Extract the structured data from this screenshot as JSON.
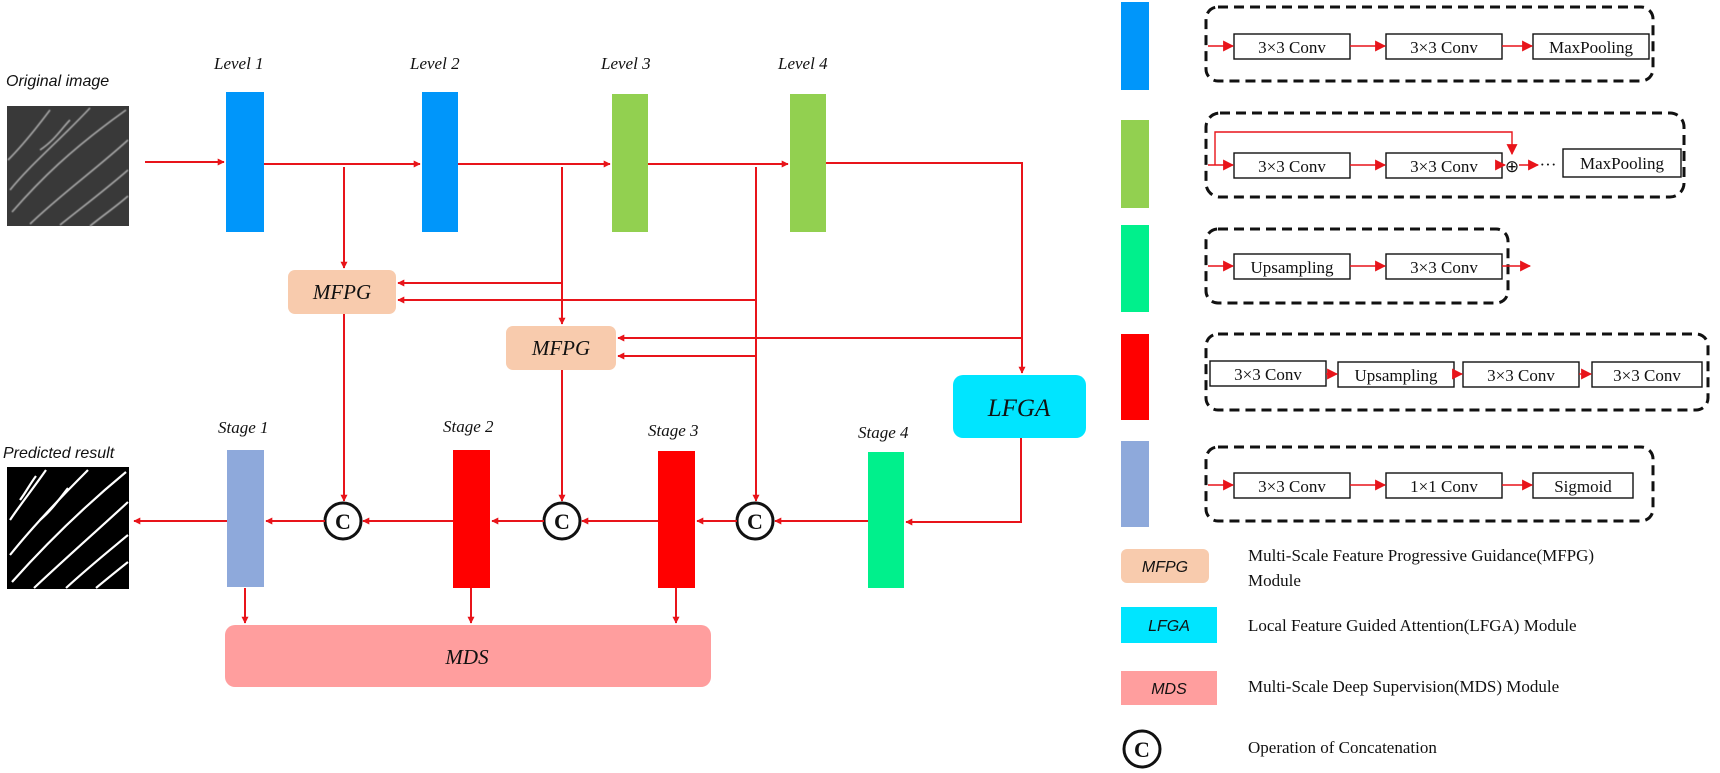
{
  "labels": {
    "original_image": "Original image",
    "predicted_result": "Predicted result",
    "level_1": "Level 1",
    "level_2": "Level 2",
    "level_3": "Level 3",
    "level_4": "Level 4",
    "stage_1": "Stage 1",
    "stage_2": "Stage 2",
    "stage_3": "Stage 3",
    "stage_4": "Stage 4",
    "mfpg": "MFPG",
    "lfga": "LFGA",
    "mds": "MDS",
    "concat": "C"
  },
  "colors": {
    "encoder_blue": "#0096fa",
    "encoder_green": "#92d050",
    "decoder_teal": "#00f08c",
    "decoder_red": "#ff0000",
    "output_lavender": "#8ea9db",
    "mfpg": "#f8cbad",
    "lfga": "#00e5ff",
    "mds": "#ff9e9e",
    "arrow": "#e8141a"
  },
  "blocks": {
    "blue": {
      "b1": "3×3 Conv",
      "b2": "3×3 Conv",
      "b3": "MaxPooling"
    },
    "green": {
      "b1": "3×3 Conv",
      "b2": "3×3 Conv",
      "plus": "⊕",
      "dots": "···",
      "b3": "MaxPooling"
    },
    "teal": {
      "b1": "Upsampling",
      "b2": "3×3 Conv"
    },
    "red": {
      "b1": "3×3 Conv",
      "b2": "Upsampling",
      "b3": "3×3 Conv",
      "b4": "3×3 Conv"
    },
    "lavender": {
      "b1": "3×3 Conv",
      "b2": "1×1 Conv",
      "b3": "Sigmoid"
    }
  },
  "legend": {
    "mfpg_line1": "Multi-Scale Feature Progressive Guidance(MFPG)",
    "mfpg_line2": "Module",
    "lfga": "Local Feature Guided Attention(LFGA) Module",
    "mds": "Multi-Scale Deep Supervision(MDS) Module",
    "concat": "Operation of Concatenation"
  }
}
